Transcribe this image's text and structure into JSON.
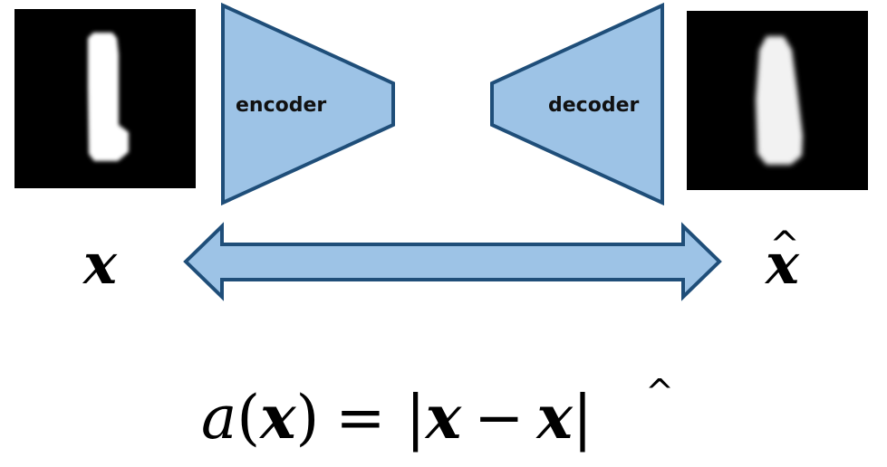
{
  "diagram": {
    "encoder_label": "encoder",
    "decoder_label": "decoder",
    "input_label": "x",
    "reconstruction_label": "x",
    "hat_glyph": "^",
    "formula": {
      "lhs_fn": "a",
      "open_paren": "(",
      "lhs_var": "x",
      "close_paren": ")",
      "equals": "=",
      "bar_left": "|",
      "rhs_var": "x",
      "minus": "−",
      "rhs_var_hat": "x",
      "bar_right": "|"
    },
    "colors": {
      "fill": "#9dc3e6",
      "stroke": "#1f4e79",
      "image_bg": "#000000",
      "digit": "#ffffff"
    }
  }
}
